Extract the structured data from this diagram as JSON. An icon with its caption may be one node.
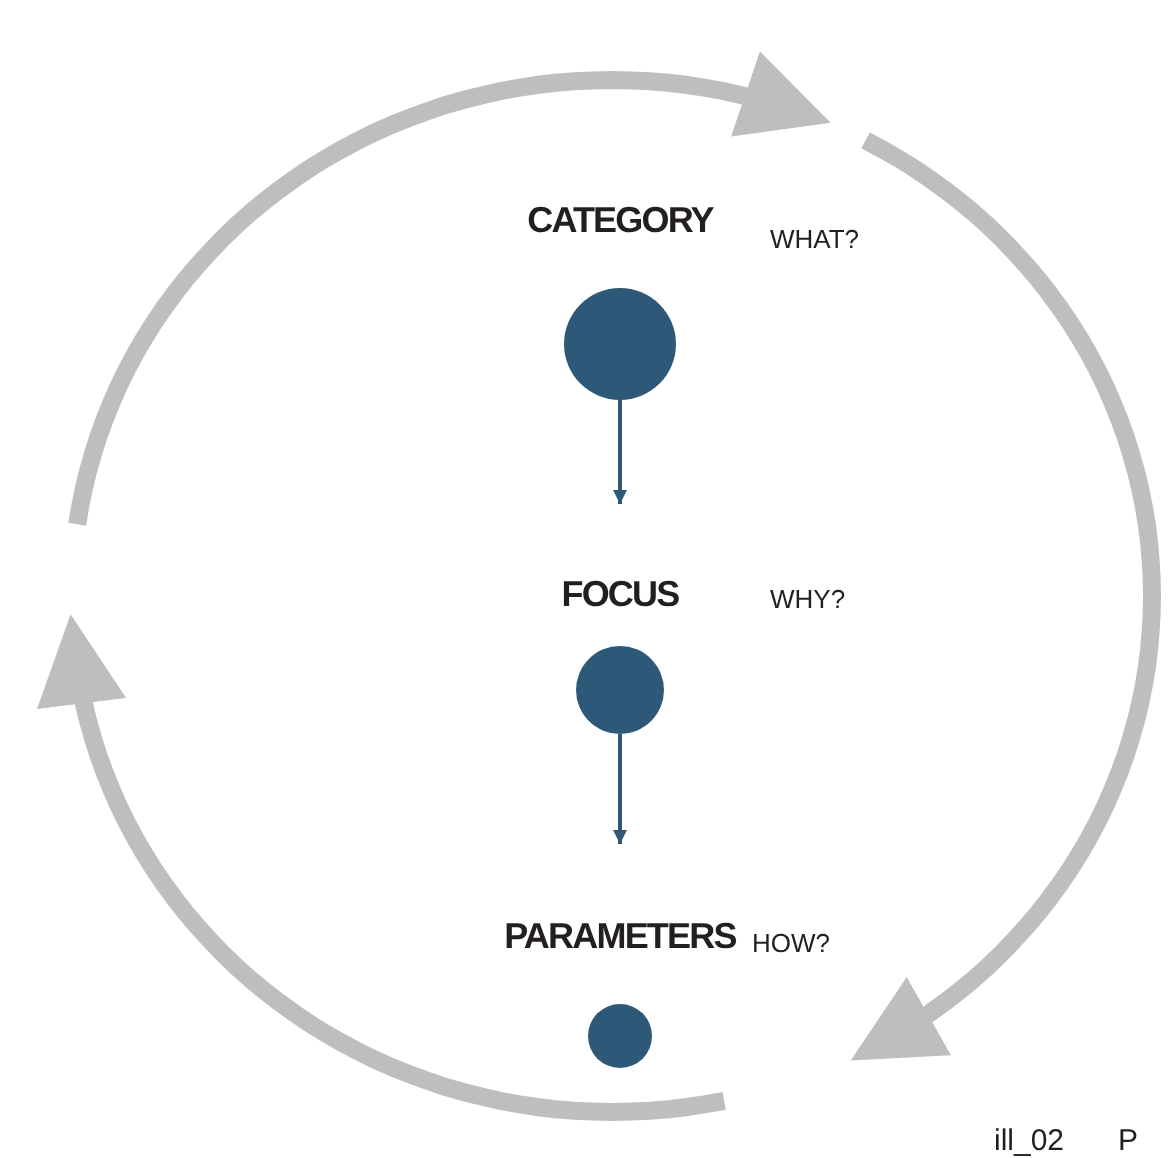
{
  "diagram": {
    "nodes": [
      {
        "text": [
          "CATEGORY"
        ]
      },
      {
        "text": [
          "FOCUS"
        ]
      },
      {
        "text": [
          "PARAMETERS"
        ]
      }
    ],
    "edges": [
      {
        "from": 0,
        "to": 1,
        "arrow": "to"
      },
      {
        "from": 1,
        "to": 2,
        "arrow": "to"
      }
    ],
    "labels": [
      "WHAT?",
      "WHY?",
      "HOW?",
      "ill_02",
      "P"
    ]
  }
}
